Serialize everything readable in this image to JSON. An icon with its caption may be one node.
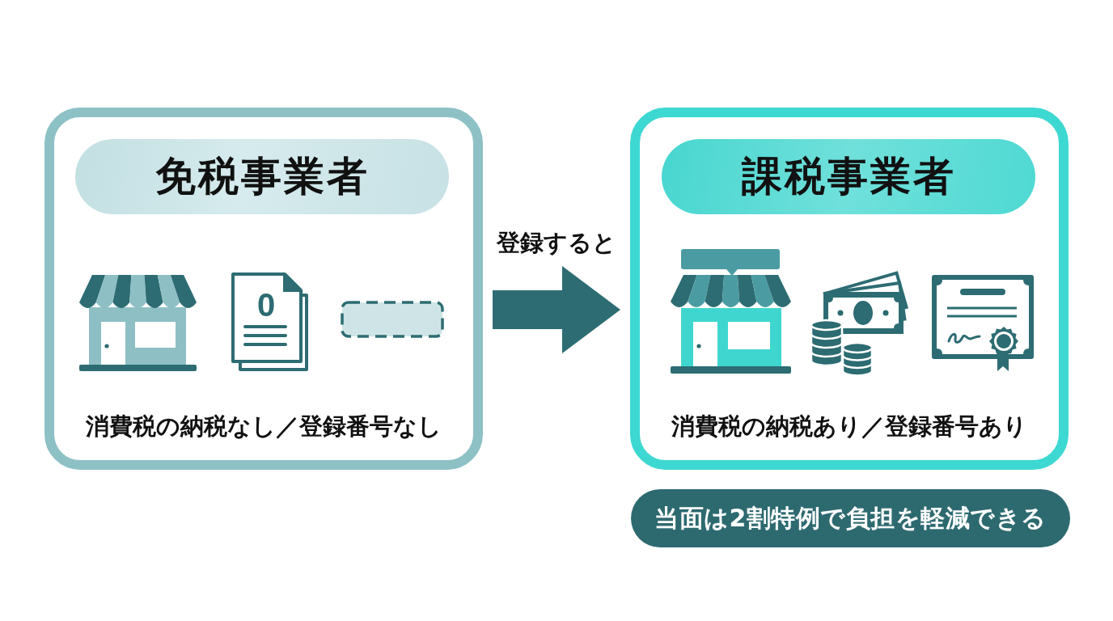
{
  "diagram": {
    "nodes": [
      {
        "text": [
          "消費税の納税なし／登録番号なし"
        ]
      },
      {
        "text": [
          "免税事業者"
        ],
        "in": 0
      },
      {
        "text": [
          "消費税の納税あり／登録番号あり"
        ]
      },
      {
        "text": [
          "課税事業者"
        ],
        "in": 2
      },
      {
        "text": [
          "当面は2割特例で負担を軽減できる"
        ]
      }
    ],
    "edges": [
      {
        "from": 0,
        "to": 2,
        "arrow": "to",
        "label": "登録すると"
      }
    ],
    "labels": [
      "0"
    ]
  }
}
